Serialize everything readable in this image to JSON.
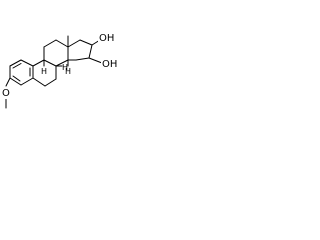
{
  "structure": {
    "atoms": {
      "hydroxyl_upper": "OH",
      "hydroxyl_lower": "OH",
      "methoxy_oxygen": "O",
      "hydrogen_c8": "H",
      "hydrogen_c9": "H",
      "hydrogen_c14": "H"
    }
  }
}
